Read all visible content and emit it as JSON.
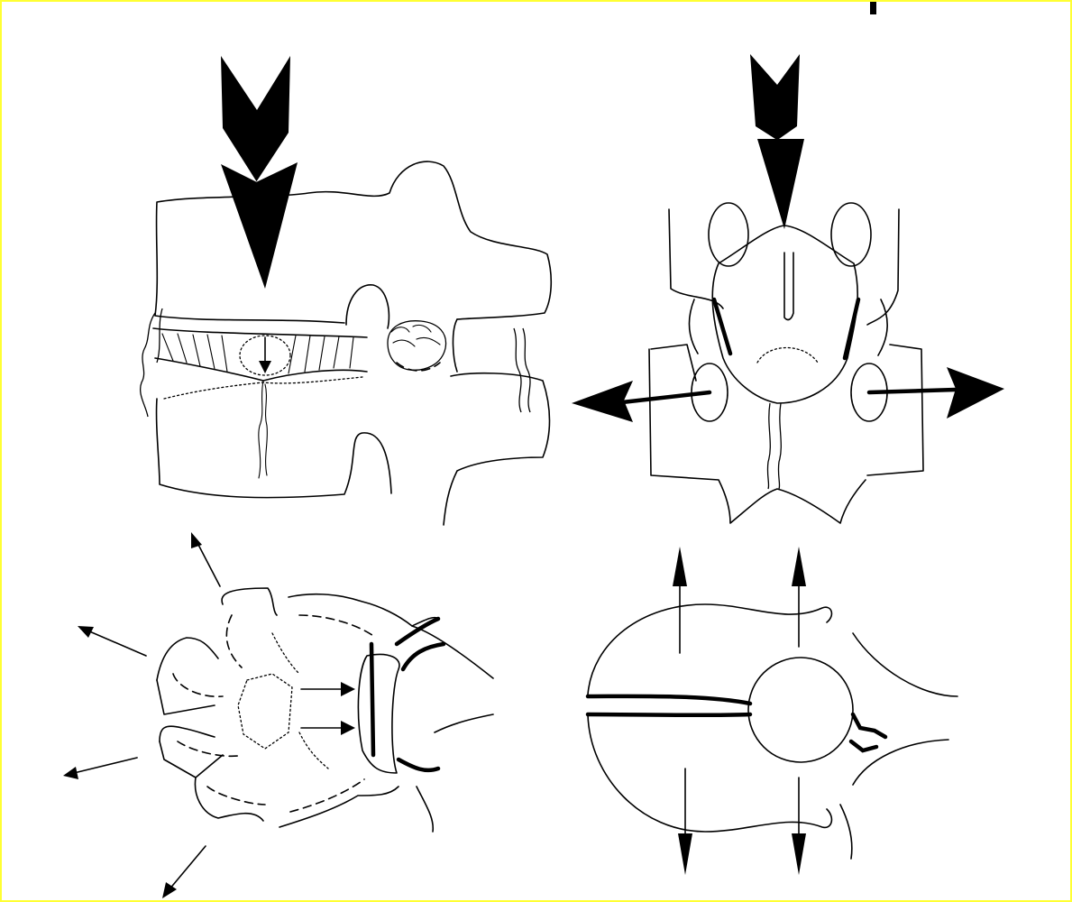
{
  "figure": {
    "panels": [
      "compression-lateral-view",
      "burst-posterior-view",
      "burst-axial-view",
      "distraction-axial-view"
    ],
    "colors": {
      "ink": "#000000",
      "paper": "#ffffff",
      "frame": "#ffff33"
    }
  }
}
